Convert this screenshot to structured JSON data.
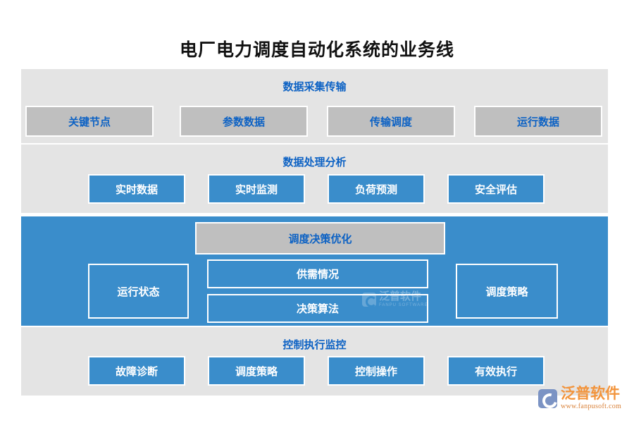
{
  "page": {
    "title": "电厂电力调度自动化系统的业务线",
    "colors": {
      "accent_blue": "#3a8dcb",
      "header_text_blue": "#0d62c4",
      "panel_gray": "#e4e4e4",
      "node_gray": "#bfbfbf",
      "brand_orange": "#f2943c"
    }
  },
  "sections": [
    {
      "key": "capture",
      "header": "数据采集传输",
      "style": "gray-panel",
      "nodes": [
        {
          "label": "关键节点"
        },
        {
          "label": "参数数据"
        },
        {
          "label": "传输调度"
        },
        {
          "label": "运行数据"
        }
      ]
    },
    {
      "key": "process",
      "header": "数据处理分析",
      "style": "gray-panel",
      "nodes": [
        {
          "label": "实时数据"
        },
        {
          "label": "实时监测"
        },
        {
          "label": "负荷预测"
        },
        {
          "label": "安全评估"
        }
      ]
    },
    {
      "key": "decision",
      "header": "调度决策优化",
      "style": "blue-panel",
      "nodes": [
        {
          "label": "运行状态"
        },
        {
          "label": "供需情况"
        },
        {
          "label": "决策算法"
        },
        {
          "label": "调度策略"
        }
      ]
    },
    {
      "key": "control",
      "header": "控制执行监控",
      "style": "gray-panel",
      "nodes": [
        {
          "label": "故障诊断"
        },
        {
          "label": "调度策略"
        },
        {
          "label": "控制操作"
        },
        {
          "label": "有效执行"
        }
      ]
    }
  ],
  "watermark": {
    "cn": "泛普软件",
    "en": "FANPU SOFTWARE"
  },
  "brand": {
    "cn": "泛普软件",
    "url": "www.fanpusoft.com"
  }
}
